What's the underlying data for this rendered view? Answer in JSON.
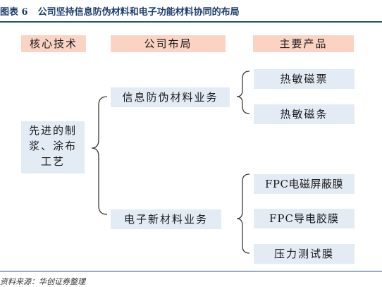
{
  "figure": {
    "label": "图表 6",
    "title": "公司坚持信息防伪材料和电子功能材料协同的布局"
  },
  "headers": {
    "col1": "核心技术",
    "col2": "公司布局",
    "col3": "主要产品"
  },
  "core_tech": "先进的制浆、涂布工艺",
  "core_tech_lines": [
    "先进的制",
    "浆、涂布",
    "工艺"
  ],
  "businesses": [
    {
      "label": "信息防伪材料业务",
      "products": [
        "热敏磁票",
        "热敏磁条"
      ]
    },
    {
      "label": "电子新材料业务",
      "products": [
        "FPC电磁屏蔽膜",
        "FPC导电胶膜",
        "压力测试膜"
      ]
    }
  ],
  "source": "资料来源：华创证券整理",
  "colors": {
    "header_bg": "#fbd3c3",
    "box_bg": "#e3ebf4",
    "title_color": "#1d3f6e",
    "rule_color": "#2c4f7c"
  }
}
